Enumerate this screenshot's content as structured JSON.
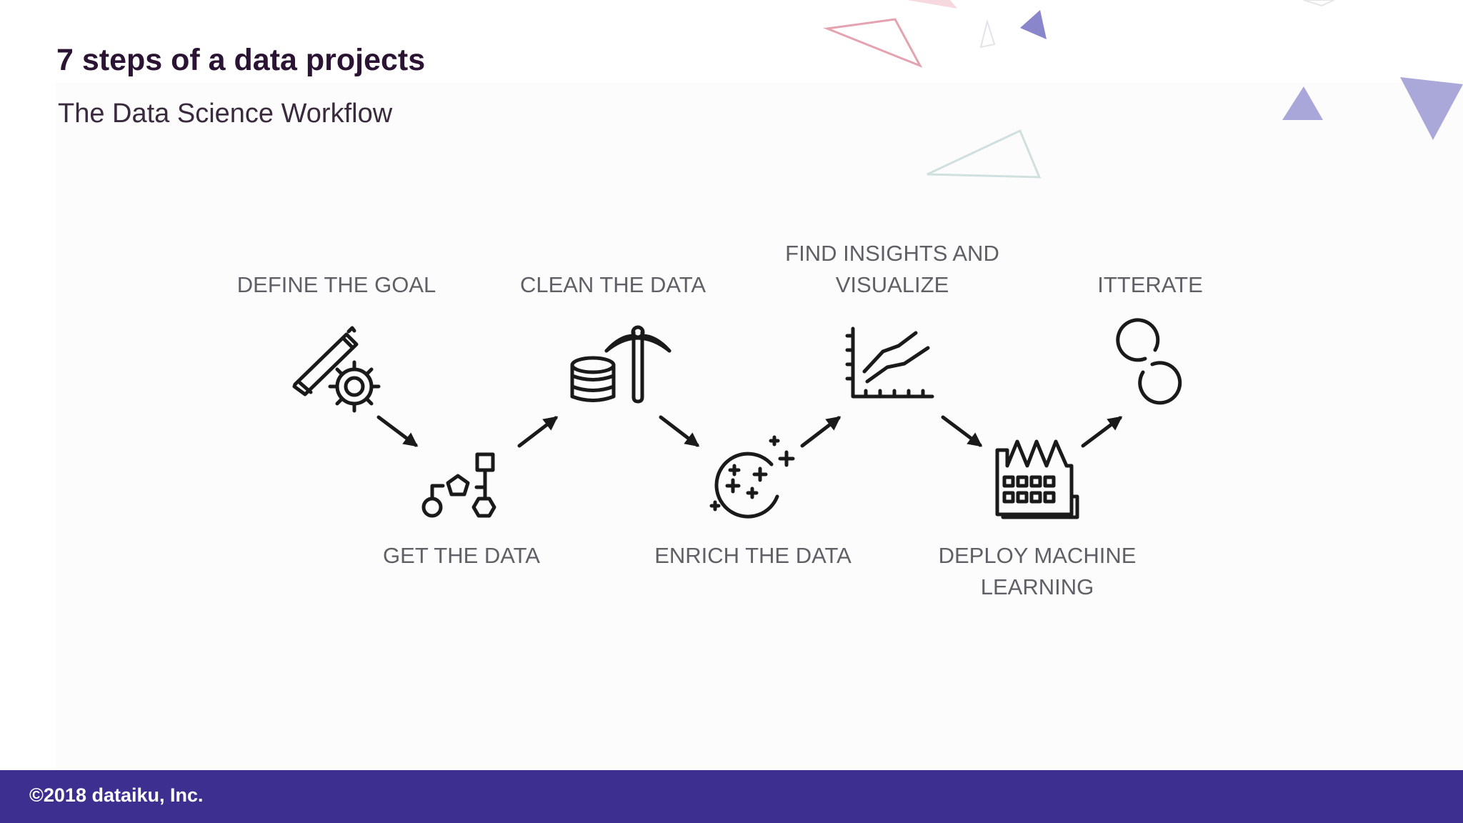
{
  "slide": {
    "title": "7 steps of a data projects",
    "subtitle": "The Data Science Workflow"
  },
  "steps": [
    {
      "label": "DEFINE THE GOAL",
      "icon": "pencil-gear-icon"
    },
    {
      "label": "GET THE DATA",
      "icon": "data-sources-icon"
    },
    {
      "label": "CLEAN THE DATA",
      "icon": "database-pickaxe-icon"
    },
    {
      "label": "ENRICH THE DATA",
      "icon": "sparkle-circle-icon"
    },
    {
      "label": "FIND INSIGHTS AND\nVISUALIZE",
      "icon": "line-chart-icon"
    },
    {
      "label": "DEPLOY MACHINE\nLEARNING",
      "icon": "factory-icon"
    },
    {
      "label": "ITTERATE",
      "icon": "infinity-circles-icon"
    }
  ],
  "footer": {
    "copyright": "©2018 dataiku, Inc."
  },
  "colors": {
    "footer_bg": "#3d2f8f",
    "title": "#2b1433",
    "label": "#5f5f66",
    "icon_stroke": "#1a1a1a",
    "deco_purple": "#7c79c2",
    "deco_pink": "#e08ca0"
  }
}
